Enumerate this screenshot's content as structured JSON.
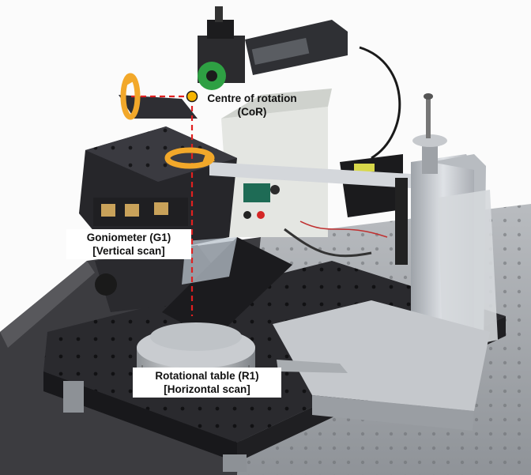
{
  "figure": {
    "labels": {
      "centre_of_rotation": {
        "line1": "Centre of rotation",
        "line2": "(CoR)"
      },
      "goniometer": {
        "line1": "Goniometer (G1)",
        "line2": "[Vertical scan]"
      },
      "rotational_table": {
        "line1": "Rotational table (R1)",
        "line2": "[Horizontal scan]"
      }
    },
    "colors": {
      "axis_line": "#e02020",
      "rotation_arrow": "#f2a82a",
      "cor_marker": "#f5b400",
      "breadboard": "#2a2a2e",
      "aluminium": "#c8cbd0"
    },
    "icons": [
      "rotation-arrow-vertical-axis-icon",
      "rotation-arrow-horizontal-axis-icon",
      "cor-marker-icon"
    ]
  }
}
